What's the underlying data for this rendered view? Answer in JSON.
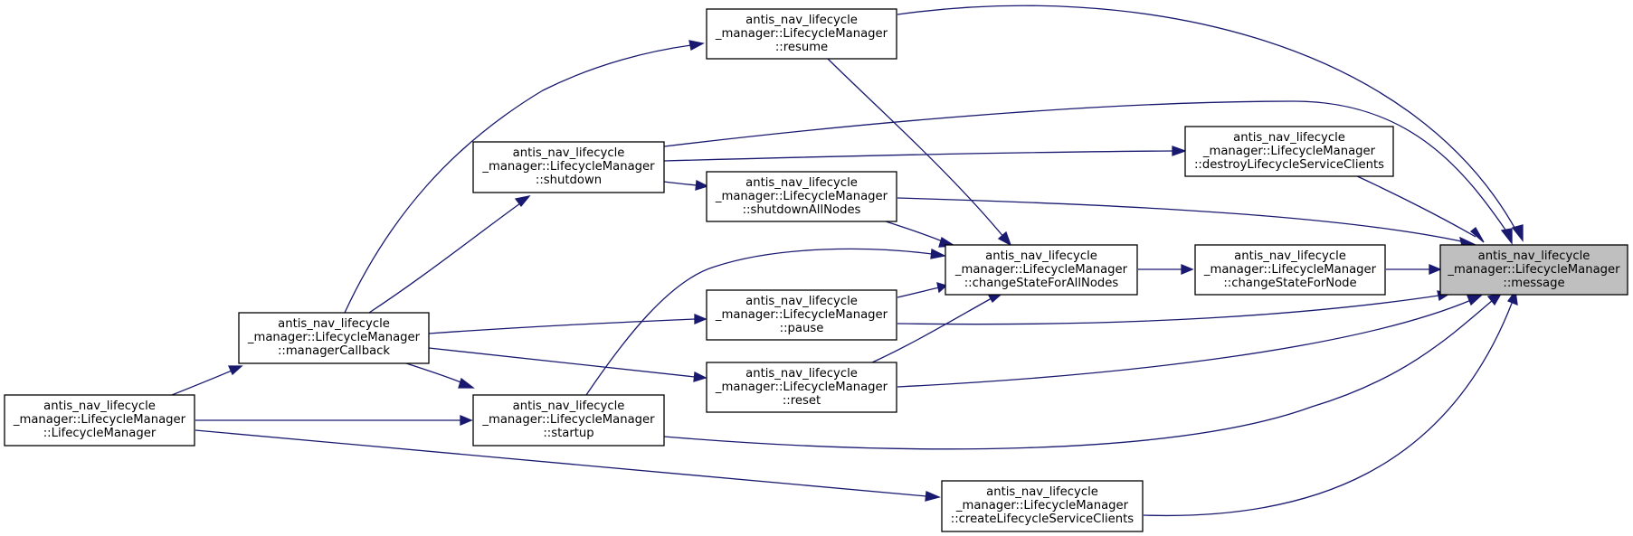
{
  "graph": {
    "title": "",
    "colors": {
      "edge": "#191970",
      "highlight_fill": "#bfbfbf",
      "node_fill": "#ffffff",
      "node_border": "#000000"
    },
    "nodes": {
      "message": {
        "lines": [
          "antis_nav_lifecycle",
          "_manager::LifecycleManager",
          "::message"
        ],
        "highlight": true
      },
      "resume": {
        "lines": [
          "antis_nav_lifecycle",
          "_manager::LifecycleManager",
          "::resume"
        ]
      },
      "destroy": {
        "lines": [
          "antis_nav_lifecycle",
          "_manager::LifecycleManager",
          "::destroyLifecycleServiceClients"
        ]
      },
      "shutdown": {
        "lines": [
          "antis_nav_lifecycle",
          "_manager::LifecycleManager",
          "::shutdown"
        ]
      },
      "shutdownAll": {
        "lines": [
          "antis_nav_lifecycle",
          "_manager::LifecycleManager",
          "::shutdownAllNodes"
        ]
      },
      "changeAll": {
        "lines": [
          "antis_nav_lifecycle",
          "_manager::LifecycleManager",
          "::changeStateForAllNodes"
        ]
      },
      "changeNode": {
        "lines": [
          "antis_nav_lifecycle",
          "_manager::LifecycleManager",
          "::changeStateForNode"
        ]
      },
      "pause": {
        "lines": [
          "antis_nav_lifecycle",
          "_manager::LifecycleManager",
          "::pause"
        ]
      },
      "managerCallback": {
        "lines": [
          "antis_nav_lifecycle",
          "_manager::LifecycleManager",
          "::managerCallback"
        ]
      },
      "reset": {
        "lines": [
          "antis_nav_lifecycle",
          "_manager::LifecycleManager",
          "::reset"
        ]
      },
      "ctor": {
        "lines": [
          "antis_nav_lifecycle",
          "_manager::LifecycleManager",
          "::LifecycleManager"
        ]
      },
      "startup": {
        "lines": [
          "antis_nav_lifecycle",
          "_manager::LifecycleManager",
          "::startup"
        ]
      },
      "create": {
        "lines": [
          "antis_nav_lifecycle",
          "_manager::LifecycleManager",
          "::createLifecycleServiceClients"
        ]
      }
    },
    "edges": [
      [
        "resume",
        "message"
      ],
      [
        "destroy",
        "message"
      ],
      [
        "shutdown",
        "message"
      ],
      [
        "shutdownAll",
        "message"
      ],
      [
        "changeNode",
        "message"
      ],
      [
        "pause",
        "message"
      ],
      [
        "reset",
        "message"
      ],
      [
        "startup",
        "message"
      ],
      [
        "create",
        "message"
      ],
      [
        "changeAll",
        "changeNode"
      ],
      [
        "resume",
        "changeAll"
      ],
      [
        "shutdownAll",
        "changeAll"
      ],
      [
        "pause",
        "changeAll"
      ],
      [
        "reset",
        "changeAll"
      ],
      [
        "startup",
        "changeAll"
      ],
      [
        "shutdown",
        "destroy"
      ],
      [
        "shutdown",
        "shutdownAll"
      ],
      [
        "managerCallback",
        "resume"
      ],
      [
        "managerCallback",
        "shutdown"
      ],
      [
        "managerCallback",
        "pause"
      ],
      [
        "managerCallback",
        "reset"
      ],
      [
        "managerCallback",
        "startup"
      ],
      [
        "ctor",
        "managerCallback"
      ],
      [
        "ctor",
        "startup"
      ],
      [
        "ctor",
        "create"
      ]
    ]
  }
}
